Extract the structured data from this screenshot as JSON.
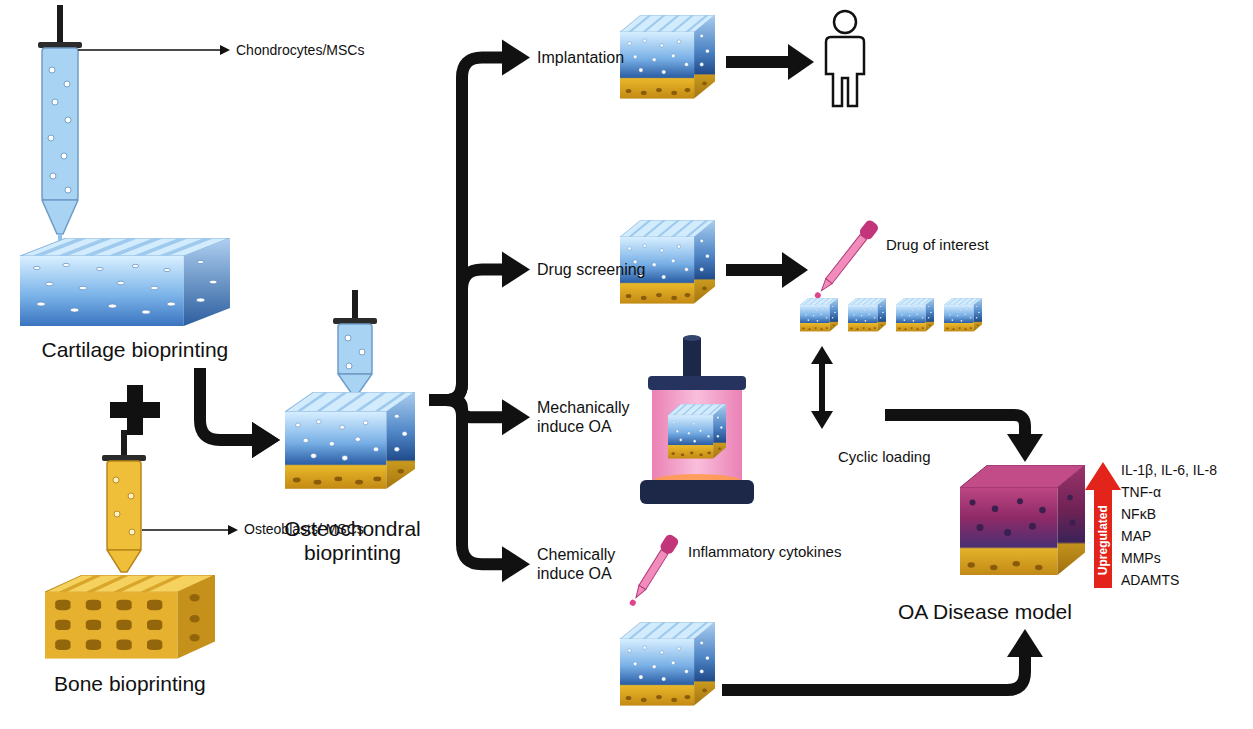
{
  "diagram": {
    "nodes": [
      {
        "text": [
          "Cartilage bioprinting"
        ]
      },
      {
        "text": [
          "Bone bioprinting"
        ]
      },
      {
        "text": [
          "Osteochondral bioprinting"
        ]
      },
      {
        "text": [
          "Implantation"
        ]
      },
      {
        "text": [
          "Drug screening"
        ]
      },
      {
        "text": [
          "Mechanically induce OA"
        ]
      },
      {
        "text": [
          "Chemically induce OA"
        ]
      },
      {
        "text": [
          "OA Disease model"
        ]
      }
    ],
    "edges": [
      {
        "from": 0,
        "to": 2,
        "arrow": "to"
      },
      {
        "from": 1,
        "to": 2,
        "arrow": "to"
      },
      {
        "from": 2,
        "to": 3,
        "arrow": "to"
      },
      {
        "from": 2,
        "to": 4,
        "arrow": "to"
      },
      {
        "from": 2,
        "to": 5,
        "arrow": "to"
      },
      {
        "from": 2,
        "to": 6,
        "arrow": "to"
      },
      {
        "from": 5,
        "to": 7,
        "arrow": "to"
      },
      {
        "from": 6,
        "to": 7,
        "arrow": "to"
      }
    ],
    "labels": [
      "Chondrocytes/MSCs",
      "Osteoblasts/ MSCs",
      "Drug of interest",
      "Cyclic loading",
      "Inflammatory cytokines",
      "Upregulated",
      "IL-1β, IL-6, IL-8",
      "TNF-α",
      "NFκB",
      "MAP",
      "MMPs",
      "ADAMTS"
    ]
  }
}
